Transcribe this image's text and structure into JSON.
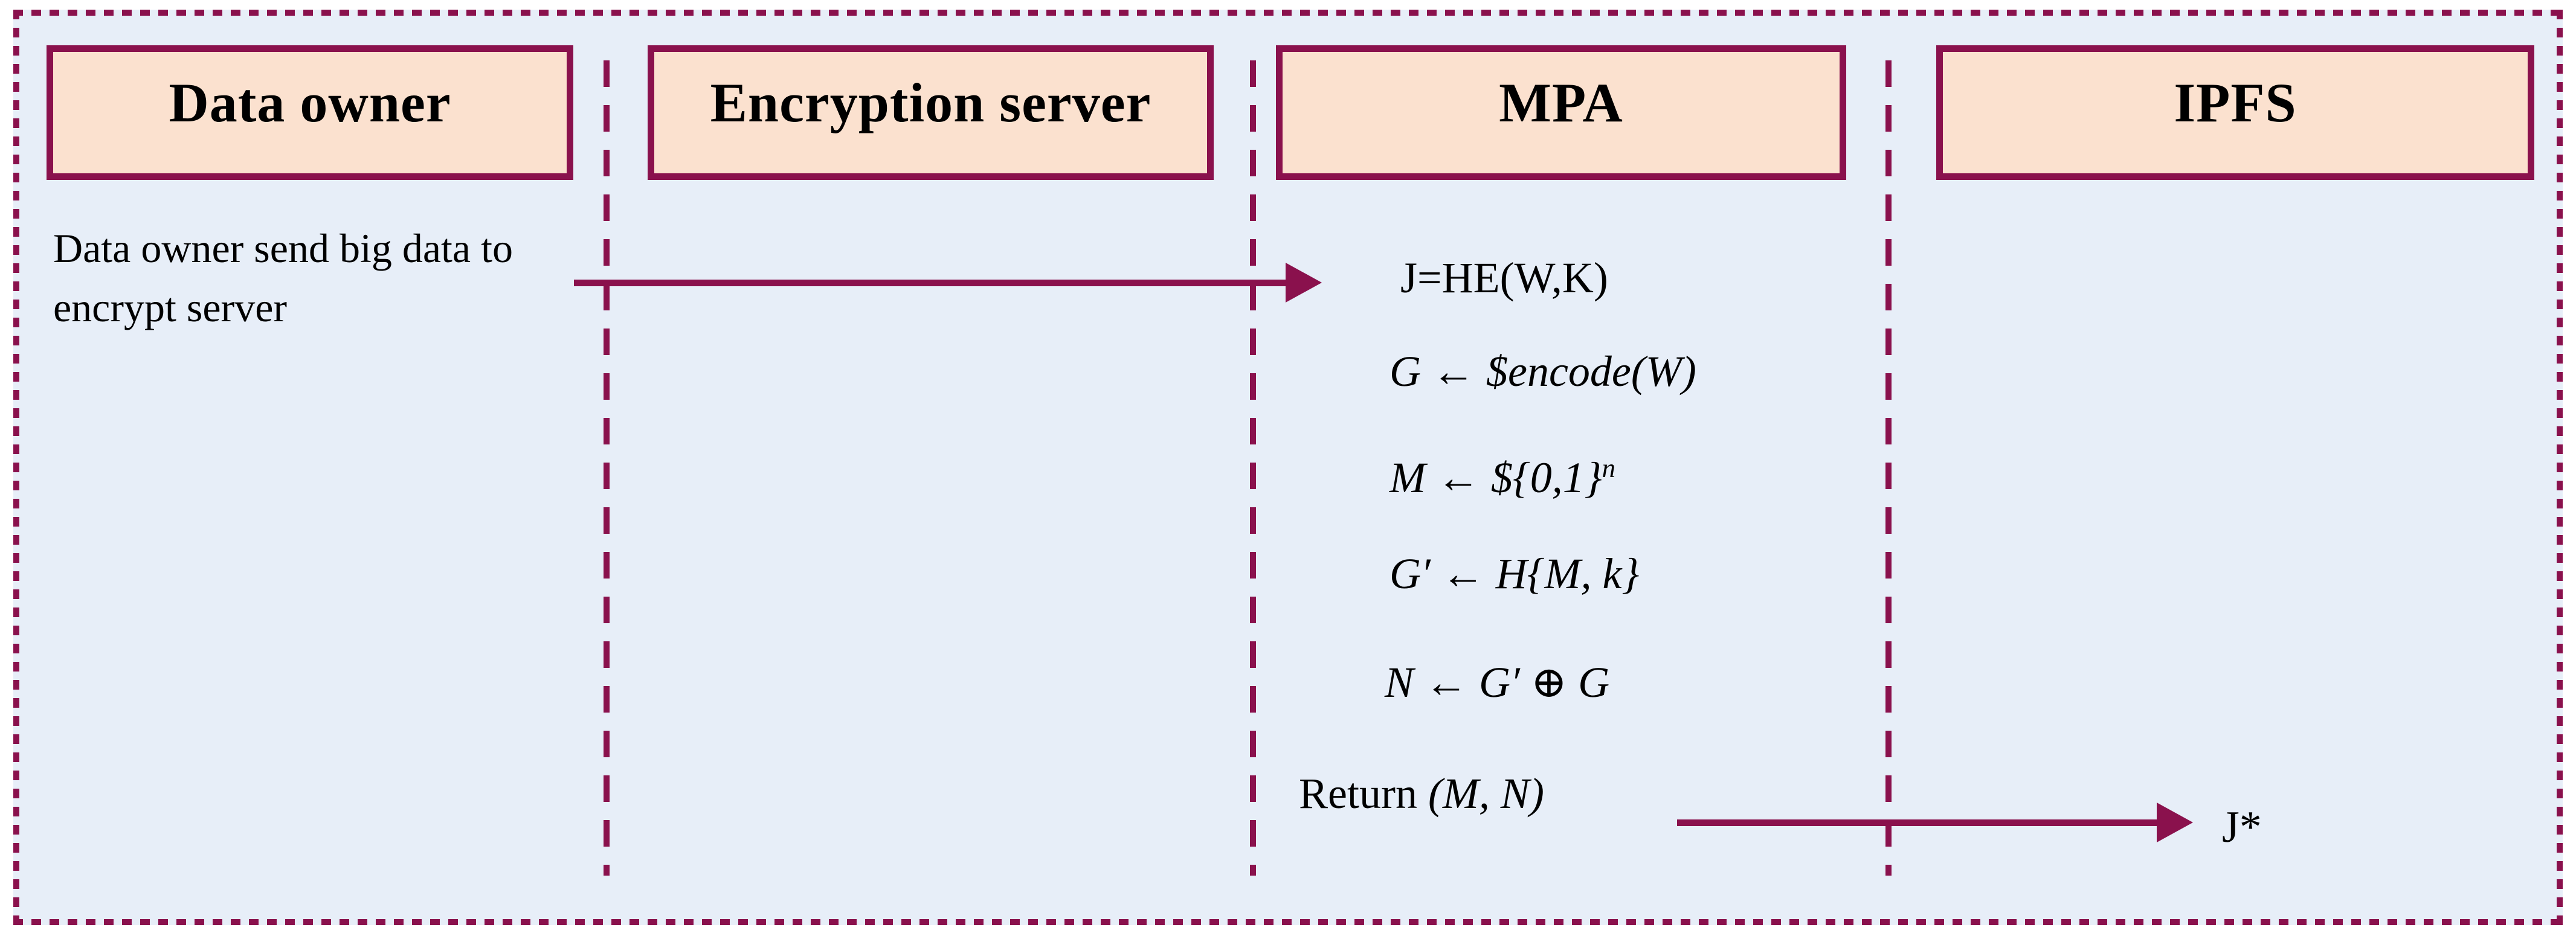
{
  "colors": {
    "accent": "#8A114D",
    "lane_fill": "#FBE1CF",
    "canvas_bg": "#E7EEF8",
    "outer_bg": "#FFFFFF",
    "text": "#000000"
  },
  "lanes": [
    {
      "label": "Data owner"
    },
    {
      "label": "Encryption server"
    },
    {
      "label": "MPA"
    },
    {
      "label": "IPFS"
    }
  ],
  "caption": {
    "line1": "Data owner send big data to",
    "line2": "encrypt server"
  },
  "formulas": {
    "step1": "J=HE(W,K)",
    "step2": "G ← $encode(W)",
    "step3_base": "M ← ${0,1}",
    "step3_sup": "n",
    "step4": "G′ ← H{M, k}",
    "step5": "N ← G′ ⊕ G",
    "step6_prefix": "Return ",
    "step6_args": "(M, N)"
  },
  "result": {
    "ipfs_value": "J*"
  }
}
